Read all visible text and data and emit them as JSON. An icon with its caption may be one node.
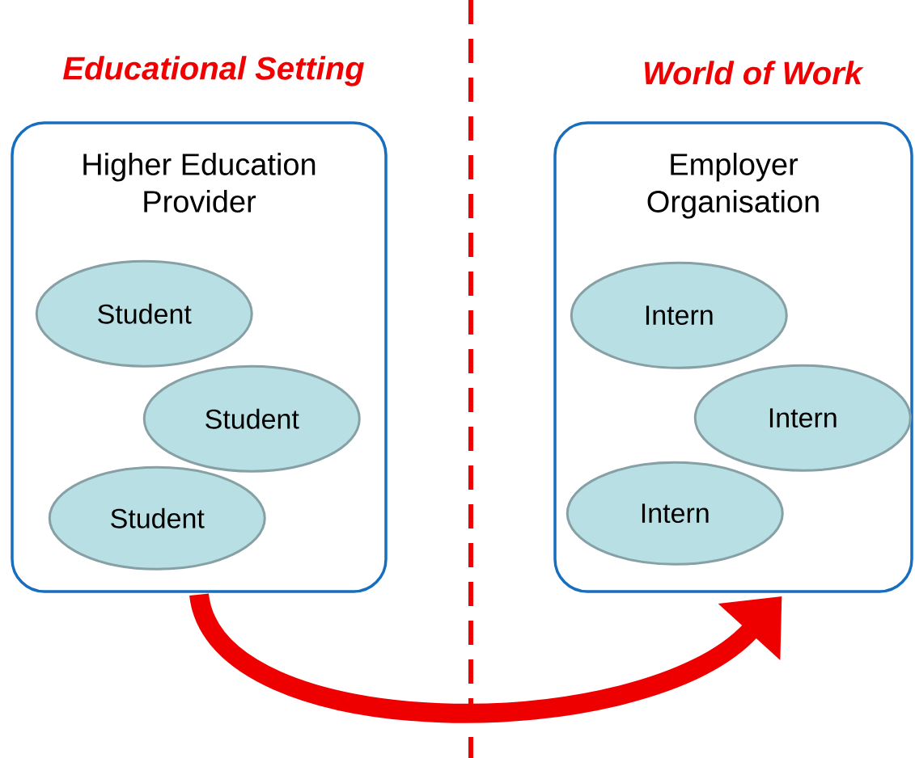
{
  "diagram": {
    "nodes": [
      {
        "text": [
          "Higher Education Provider"
        ]
      },
      {
        "text": [
          "Student"
        ],
        "in": 0
      },
      {
        "text": [
          "Student"
        ],
        "in": 0
      },
      {
        "text": [
          "Student"
        ],
        "in": 0
      },
      {
        "text": [
          "Employer Organisation"
        ]
      },
      {
        "text": [
          "Intern"
        ],
        "in": 4
      },
      {
        "text": [
          "Intern"
        ],
        "in": 4
      },
      {
        "text": [
          "Intern"
        ],
        "in": 4
      }
    ],
    "edges": [
      {
        "from": 0,
        "to": 4,
        "arrow": "to",
        "color": "#ee0000"
      }
    ],
    "labels": [
      "Educational Setting",
      "World of Work"
    ]
  }
}
